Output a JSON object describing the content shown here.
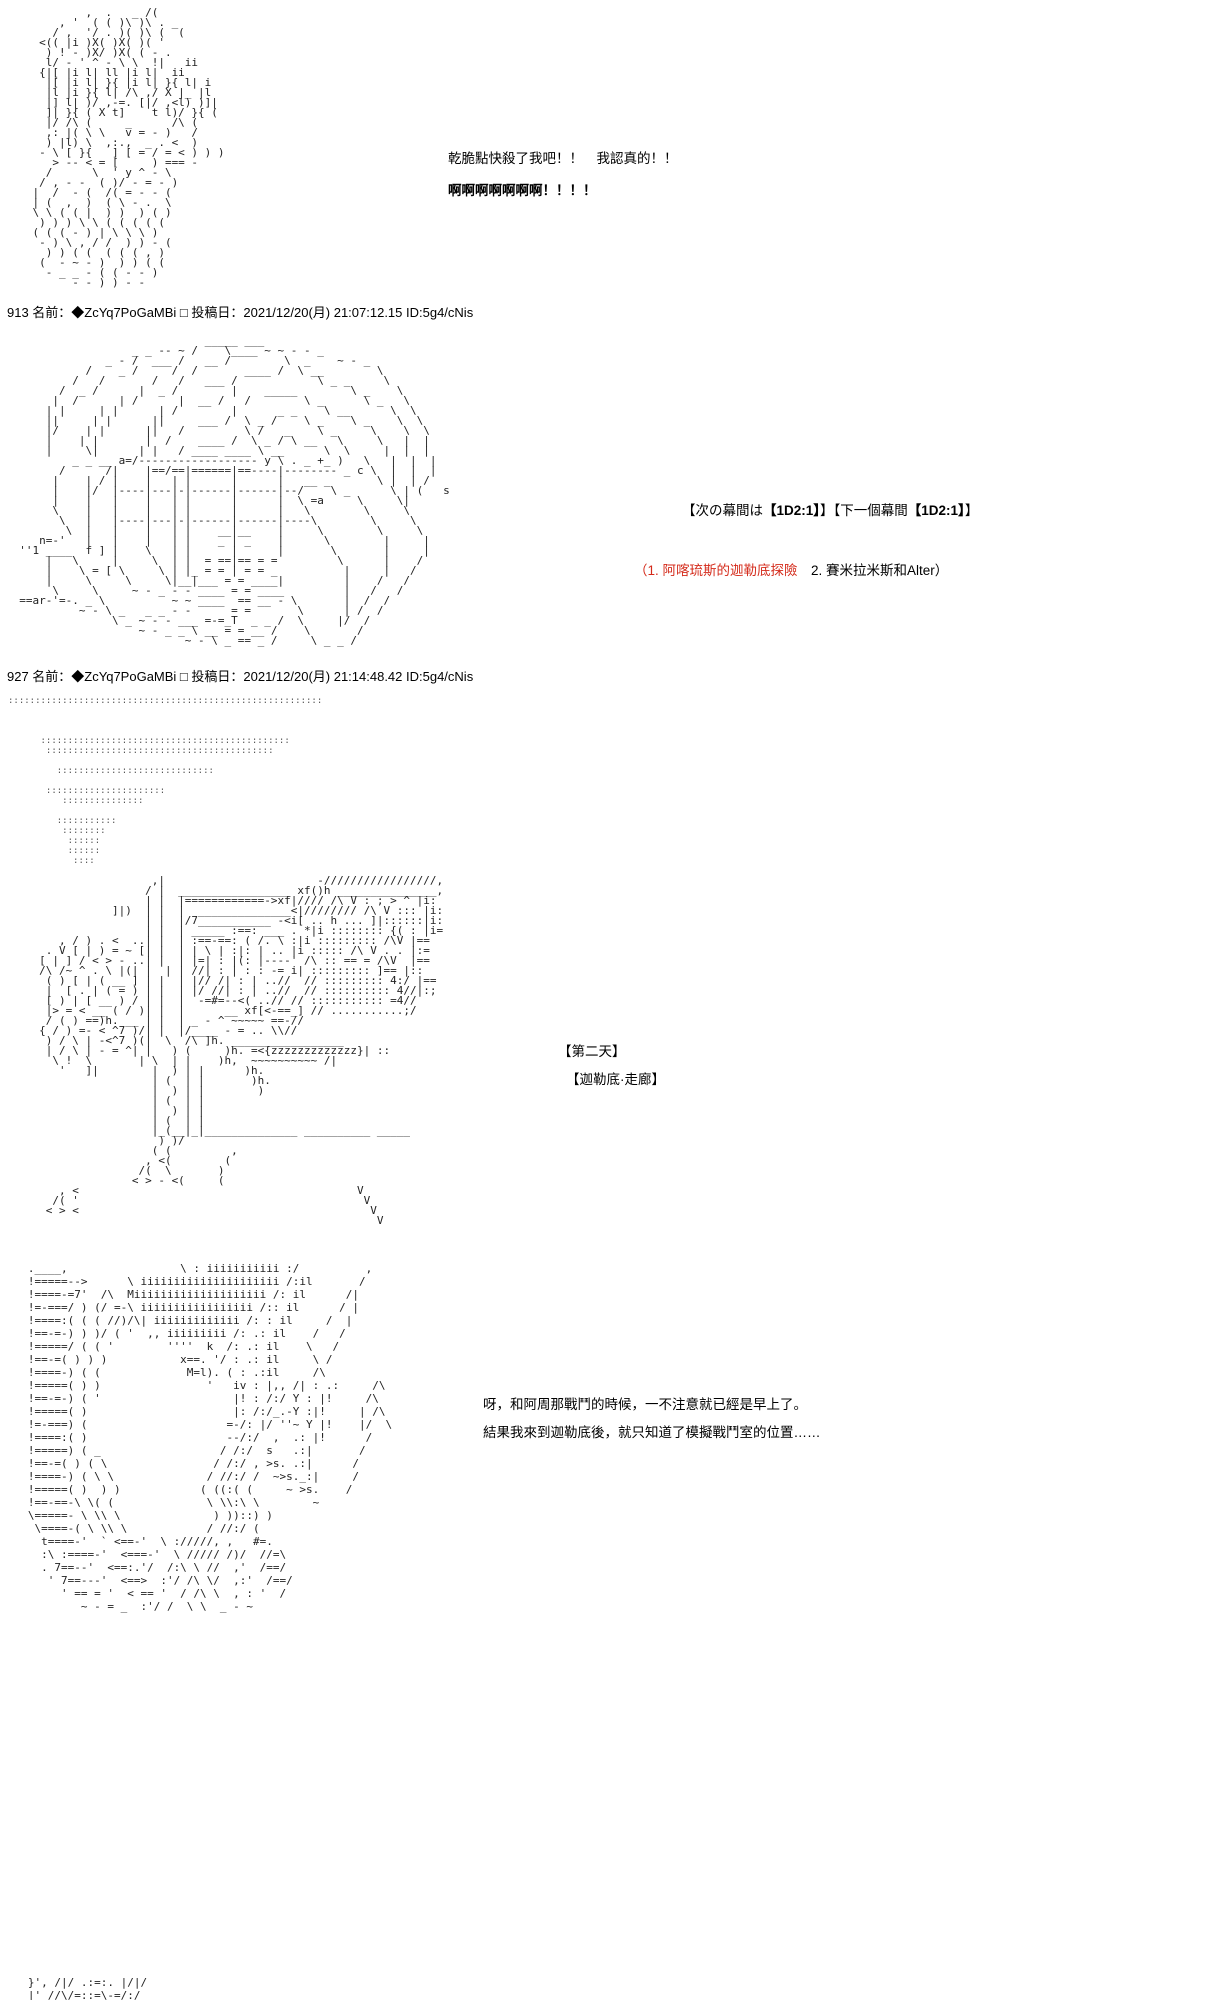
{
  "colors": {
    "background": "#ffffff",
    "text": "#000000",
    "aa_art": "#222222",
    "red_text": "#d42a1a"
  },
  "post_prev": {
    "aa_character": [
      "            ,  .   _ /(",
      "        , '  ( ( )\\ )\\ . _",
      "       / ,  '/ . )( )\\ (  (",
      "     <(( |i )X( )X( )( '",
      "      ) ! - )X/ )X( ( - .",
      "      l/ - ' ^ - \\ \\  !|   ii",
      "     {|[ |i l| ll |i l|  ii",
      "      |[ |i l| }{ |i l| }{ l| i",
      "      |l |i }{ l| /\\ ,/ X |_ |l",
      "      |] l| )/ ,-=. [|/ ,<l) )]|",
      "      ]| }{ ( X t]    t l)/ }{ (",
      "      |/ /\\ (     _      /\\ (",
      "      ,: |( \\ \\   v = - )   /",
      "      ) |l) \\  ,:.,  _ . <  )",
      "     - \\ [ }{   ] [ = / = < ) ) )",
      "       > -- < = [     ) === -",
      "      /      \\  ' y ^ - \\",
      "     / , - -  ( )/ - = - )",
      "    |  /  - (  /( = - - (",
      "    | (  ,  )  ( \\ - .  \\",
      "    \\ \\ ( ( |  ) )  ) ( )",
      "     ) ) ) \\ \\ ( ( ( ( (",
      "    ( ( ( - ) | \\ \\ \\ )",
      "     - ) \\ , / /  ) ) - (",
      "      ) ) ( (  ( ( ( , )",
      "     (  - ~ - )  ) ) ( (",
      "      - _ _ - ( ( - - )",
      "          - - ) ) - -"
    ],
    "speech": {
      "line1": "乾脆點快殺了我吧！！　我認真的！！",
      "line2": "啊啊啊啊啊啊啊！！！！"
    }
  },
  "post_913": {
    "header": "913 名前：◆ZcYq7PoGaMBi □ 投稿日：2021/12/20(月) 21:07:12.15 ID:5g4/cNis",
    "aa_hand": [
      "                              _____ ___",
      "                   _ _ -- ~ /    \\____ ~ ~ - - _",
      "               _ - /  ___ /   __ /        \\  _    ~ - _",
      "            /    _ /     /  /       ____ /  \\ __        \\",
      "          /   /       /   /   ___ /            \\ _ _     \\",
      "        /  _ /      |  _ /        |    _____        \\ _    \\",
      "       |  /      | /      |  __ /   /        \\ _      \\ _   \\",
      "      | |     | |      | /        |      _ _    \\ __      \\  \\",
      "      ||     | |      ||     ___ /  \\ _ /    \\ _    \\ _    \\  \\",
      "      |/    | |      ||   /         \\ /   _    \\ _     \\    \\  \\",
      "      |    | |       |  /    ____ /  \\ _ / \\ __   \\     \\   |  |",
      "      |     \\|      | |   / ____ ____ \\ __      \\  \\     |  |  |",
      "          _ _ __ a=/------------------ y \\ . _ +_ )   \\   |  |  |",
      "        /      /|    |==/==|======|==----|-------- _ c \\  |  |  |",
      "       |    | / |    |   | |      |      |   __ _       \\ |  | /",
      "       |    |/  |----|---|-|------|------|--/    \\ _      \\ | (   s",
      "       |    |   |    |   | |      |      |  \\ =a     \\     \\|",
      "       \\    |   |    |   | |      |      |   \\        \\     \\",
      "        \\   |   |----|---|-|------|------|----\\        \\     \\",
      "         \\  |   |    |   | |    __|__    |     \\        \\     \\",
      "     n=-'   |   |    |   | |    _ | _    |      \\        |     |",
      "  ''1 ____  f ] |    \\   | |      |      |       \\       |     |",
      "      |   \\     |     \\  | |  = ==|== = =         \\      |    /",
      "      |    \\ = [ \\     \\ | |_ = = | = = _          |     |   /",
      "      |     \\     \\     \\|__|___ = = ____|         |    /   /",
      "       \\     \\     ~ - _ - - ____ = = ____         |   /   /",
      "  ==ar-'=-. _ \\          ~ ~ ____  == __ - \\       |  /  /",
      "           ~ - \\ _   _ _ - -      = =       \\      | /  /",
      "                \\ _ ~ - - ___ =-=_T  _ _ /  \\     |/  /",
      "                    ~ - _ _ \\ __ = = __ /    \\       /",
      "                           ~ - \\ _ == _ /     \\ _ _ /"
    ],
    "interlude": {
      "prefix": "【次の幕間は",
      "dice1": "【1D2:1】",
      "middle": "】【下一個幕間",
      "dice2": "【1D2:1】",
      "suffix": "】"
    },
    "options": {
      "option1": "（1. 阿喀琉斯的迦勒底探險",
      "option2": "　2. 賽米拉米斯和Alter）"
    }
  },
  "post_927": {
    "header": "927 名前：◆ZcYq7PoGaMBi □ 投稿日：2021/12/20(月) 21:14:48.42 ID:5g4/cNis",
    "aa_dots": [
      "::::::::::::::::::::::::::::::::::::::::::::::::::::::::::",
      "",
      "",
      "",
      "      ::::::::::::::::::::::::::::::::::::::::::::::",
      "       ::::::::::::::::::::::::::::::::::::::::::",
      "",
      "         :::::::::::::::::::::::::::::",
      "",
      "       ::::::::::::::::::::::",
      "          :::::::::::::::",
      "",
      "         :::::::::::",
      "          ::::::::",
      "           ::::::",
      "           ::::::",
      "            ::::"
    ],
    "aa_corridor": [
      "                      ,|                       -/////////////////,",
      "                     / |  _________________ xf()h _______________,",
      "                     | |  |============->xf|//// /\\ V : ; > ^ |i:",
      "                ]|)  | |  |  ______________<|//////// /\\ V ::: |i:",
      "                     | |  |/7___________ -<i[ .. h ... ]|::::::|i:",
      "                     | |  | _____ :==: ___ . *|i :::::::: {( : |i=",
      "        , / ) . <  ..| |  | :==-==: ( /. \\ :|i ::::::::: /\\V |==",
      "      . V [ | ) = ~ [| |  | | \\ | :|: | .. |i ::::: /\\ V . . |:=",
      "     [ | ] / < > - ..| |  | |=| : |(: |----' /\\ :: == = /\\V  |==",
      "     /\\ /~ ^ . \\ |(| |  | | //| : | : : -= i| ::::::::: ]== |::",
      "      ( ) [ | ( __ ] | |  | |// /| : | ..//  // ::::::::: 4:/ |==",
      "      |  [ . | ( = ) | |  | |/ //| : | ..//  // :::::::::: 4//|:;",
      "      [ ) | [ __ ) / | |  |  -=#=--<( ..// // ::::::::::: =4//",
      "      |> = < __ ( / )| |  |      __ xf[<-==_] // ...........;/",
      "      / ( ) ==)h. __ | |  | _ - ^ ~~~~~ ==-//",
      "     { / ) =- < ^7 )/| |  |/____ - = .. \\\\//",
      "      ) / \\ | -<^7 )(|  \\  /\\ ]h. _________________",
      "      | / \\ | - = ^| |   ) (     )h. =<{zzzzzzzzzzzzz}| ::",
      "       \\ !  \\       | \\  | |    )h,  ~~~~~~~~~~ /|",
      "        '   ]|        |  ) | |      )h.",
      "                      | (  | |       )h.",
      "                      |  ) | |        )",
      "                      | (  | |",
      "                      |  ) | |",
      "                      | (  | |",
      "                      |_(__|_|______________ __________ _____",
      "                       ) )/",
      "                      ( (         ,",
      "                     , <(        (",
      "                    /(  \\       )",
      "                   < > - <(     (",
      "        , <                                          V",
      "       /( '                                           V",
      "      < > <                                            V",
      "                                                        V"
    ],
    "scene": {
      "line1": "【第二天】",
      "line2": "【迦勒底·走廊】"
    },
    "aa_character": [
      "   .____,                 \\ : iiiiiiiiiii :/          ,",
      "   !=====-->      \\ iiiiiiiiiiiiiiiiiiiii /:il       /",
      "   !====-=7'  /\\  Miiiiiiiiiiiiiiiiiiii /: il      /|",
      "   !=-===/ ) (/ =-\\ iiiiiiiiiiiiiiiii /:: il      / |",
      "   !====:( ( ( //)/\\| iiiiiiiiiiiii /: : il     /  |",
      "   !==-=-) ) )/ ( '  ,, iiiiiiiii /: .: il    /   /",
      "   !=====/ ( ( '        ''''  k  /: .: il    \\   /",
      "   !==-=( ) ) )           x==. '/ : .: il     \\ /",
      "   !====-) ( (             M=l). ( : .:il     /\\",
      "   !=====( ) )                '   iv : |,, /| : .:     /\\",
      "   !==-=-) ( '                    |! : /:/ Y : |!     /\\",
      "   !=====( )                      |: /:/_.-Y :|!     | /\\",
      "   !=-===) (                     =-/: |/ ''~ Y |!    |/  \\",
      "   !====:( )                     --/:/  ,  .: |!      /",
      "   !=====) ( _                  / /:/  s   .:|       /",
      "   !==-=( ) ( \\                / /:/ , >s. .:|      /",
      "   !====-) ( \\ \\              / //:/ /  ~>s._:|     /",
      "   !=====( )  ) )            ( ((:( (     ~ >s.    /",
      "   !==-==-\\ \\( (              \\ \\\\:\\ \\        ~",
      "   \\=====- \\ \\\\ \\              ) ))::) )",
      "    \\====-( \\ \\\\ \\            / //:/ (",
      "     t====-'  ` <==-'  \\ ://///, ,   #=.",
      "     :\\ :====-'  <===-'  \\ ///// /)/  //=\\",
      "     . 7==--'  <==:.'/  /:\\ \\ //  ,'  /==/",
      "      ' 7==---'  <==>  :'/ /\\ \\/  ,:'  /==/",
      "        ' == = '  < == '  / /\\ \\  , : '  /",
      "           ~ - = _  :'/ /  \\ \\  _ - ~"
    ],
    "speech": {
      "line1": "呀，和阿周那戰鬥的時候，一不注意就已經是早上了。",
      "line2": "結果我來到迦勒底後，就只知道了模擬戰鬥室的位置……"
    },
    "aa_fragment": [
      "   }', /|/ .:=:. |/|/",
      "   |' //\\/=::=\\-=/:/"
    ]
  }
}
